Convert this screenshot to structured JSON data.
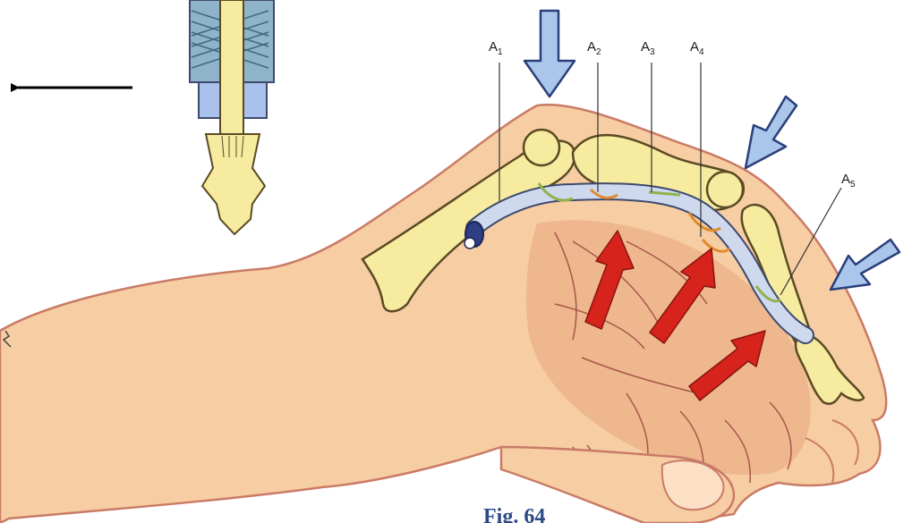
{
  "pulleys": [
    {
      "letter": "A",
      "index": "1"
    },
    {
      "letter": "A",
      "index": "2"
    },
    {
      "letter": "A",
      "index": "3"
    },
    {
      "letter": "A",
      "index": "4"
    },
    {
      "letter": "A",
      "index": "5"
    }
  ],
  "caption": "Fig. 64",
  "colors": {
    "skin": "#f7cda3",
    "skin_shadow": "#e8a67e",
    "skin_outline": "#c97b66",
    "bone": "#f6eb9f",
    "bone_outline": "#5b4a24",
    "tendon": "#cfd9ee",
    "tendon_outline": "#3e4a6e",
    "push_arrow": "#aac6ea",
    "force_arrow": "#d6231c",
    "text": "#1a1a1a"
  }
}
